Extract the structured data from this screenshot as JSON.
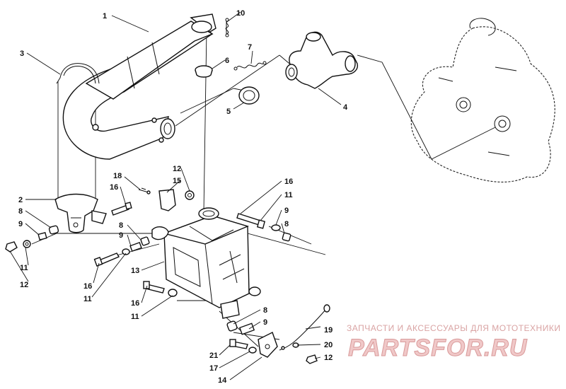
{
  "callouts": {
    "c1": "1",
    "c2": "2",
    "c3": "3",
    "c4": "4",
    "c5": "5",
    "c6": "6",
    "c7": "7",
    "c8a": "8",
    "c8b": "8",
    "c8c": "8",
    "c8d": "8",
    "c9a": "9",
    "c9b": "9",
    "c9c": "9",
    "c9d": "9",
    "c10": "10",
    "c11a": "11",
    "c11b": "11",
    "c11c": "11",
    "c11d": "11",
    "c12a": "12",
    "c12b": "12",
    "c12c": "12",
    "c13": "13",
    "c14": "14",
    "c15": "15",
    "c16a": "16",
    "c16b": "16",
    "c16c": "16",
    "c16d": "16",
    "c17": "17",
    "c18": "18",
    "c19": "19",
    "c20": "20",
    "c21": "21"
  },
  "watermark": {
    "subtitle": "ЗАПЧАСТИ И АКСЕССУАРЫ ДЛЯ МОТОТЕХНИКИ",
    "brand": "PARTSFOR.RU"
  }
}
